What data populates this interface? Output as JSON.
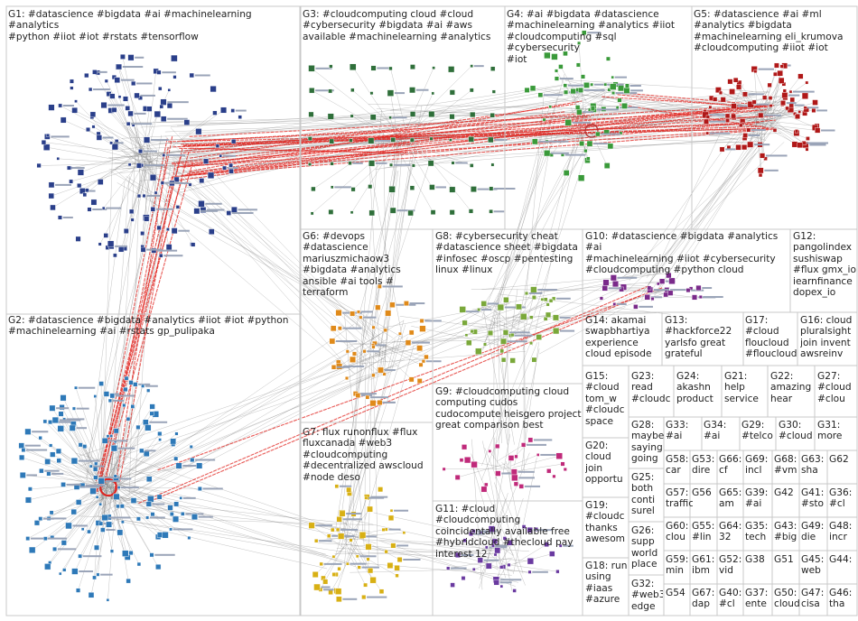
{
  "colors": {
    "edge": "#7a7a7a",
    "cross_edge": "#e0241f",
    "box_border": "#c8c8c8",
    "g1_nodes": "#2a3f8a",
    "g2_nodes": "#2e79b8",
    "g3_nodes": "#2f6f3a",
    "g4_nodes": "#3a9a3a",
    "g5_nodes": "#b01818",
    "g6_nodes": "#e08a1a",
    "g7_nodes": "#d8b014",
    "g8_nodes": "#7aa83a",
    "g9_nodes": "#c02a7a",
    "g10_nodes": "#7a2a8a",
    "g11_nodes": "#6a3aa0"
  },
  "groups": [
    {
      "id": "G1",
      "label": "G1: #datascience #bigdata #ai #machinelearning #analytics\n#python #iiot #iot #rstats #tensorflow"
    },
    {
      "id": "G3",
      "label": "G3: #cloudcomputing cloud #cloud\n#cybersecurity #bigdata #ai #aws\navailable #machinelearning #analytics"
    },
    {
      "id": "G4",
      "label": "G4: #ai #bigdata #datascience\n#machinelearning #analytics #iiot\n#cloudcomputing #sql #cybersecurity\n#iot"
    },
    {
      "id": "G5",
      "label": "G5: #datascience #ai #ml\n#analytics #bigdata\n#machinelearning eli_krumova\n#cloudcomputing #iiot #iot"
    },
    {
      "id": "G6",
      "label": "G6: #devops #datascience\nmariuszmichaow3\n#bigdata #analytics\nansible #ai tools #\nterraform"
    },
    {
      "id": "G8",
      "label": "G8: #cybersecurity cheat\n#datascience sheet #bigdata\n#infosec #oscp #pentesting\nlinux #linux"
    },
    {
      "id": "G10",
      "label": "G10: #datascience #bigdata #analytics #ai\n#machinelearning #iiot #cybersecurity\n#cloudcomputing #python cloud"
    },
    {
      "id": "G12",
      "label": "G12:\npangolindex\nsushiswap\n#flux gmx_io\niearnfinance\ndopex_io"
    },
    {
      "id": "G2",
      "label": "G2: #datascience #bigdata #analytics #iiot #iot #python\n#machinelearning #ai #rstats gp_pulipaka"
    },
    {
      "id": "G14",
      "label": "G14: akamai\nswapbhartiya\nexperience\ncloud episode"
    },
    {
      "id": "G13",
      "label": "G13:\n#hackforce22\nyarlsfo great\ngrateful"
    },
    {
      "id": "G17",
      "label": "G17:\n#cloud\nfloucloud\n#floucloud"
    },
    {
      "id": "G16",
      "label": "G16: cloud\npluralsight\njoin invent\nawsreinv"
    },
    {
      "id": "G9",
      "label": "G9: #cloudcomputing cloud\ncomputing cudos\ncudocompute heisgero project\ngreat comparison best"
    },
    {
      "id": "G7",
      "label": "G7: flux runonflux #flux\nfluxcanada #web3\n#cloudcomputing\n#decentralized awscloud\n#node deso"
    },
    {
      "id": "G15",
      "label": "G15:\n#cloud\ntom_w\n#cloudc\nspace"
    },
    {
      "id": "G23",
      "label": "G23:\nread\n#cloudc"
    },
    {
      "id": "G24",
      "label": "G24:\nakashn\nproduct"
    },
    {
      "id": "G21",
      "label": "G21:\nhelp\nservice"
    },
    {
      "id": "G22",
      "label": "G22:\namazing\nhear"
    },
    {
      "id": "G27",
      "label": "G27:\n#cloud\n#clou"
    },
    {
      "id": "G28",
      "label": "G28:\nmaybe\nsaying\ngoing"
    },
    {
      "id": "G33",
      "label": "G33:\n#ai"
    },
    {
      "id": "G34",
      "label": "G34:\n#ai"
    },
    {
      "id": "G29",
      "label": "G29:\n#telco"
    },
    {
      "id": "G30",
      "label": "G30:\n#cloud"
    },
    {
      "id": "G31",
      "label": "G31:\nmore"
    },
    {
      "id": "G20",
      "label": "G20:\ncloud\njoin\nopportu"
    },
    {
      "id": "G25",
      "label": "G25:\nboth\nconti\nsurel"
    },
    {
      "id": "G19",
      "label": "G19:\n#cloudc\nthanks\nawesom"
    },
    {
      "id": "G11",
      "label": "G11: #cloud #cloudcomputing\ncoincidentally available free\n#hybridcloud #thecloud pay\ninterest 12"
    },
    {
      "id": "G26",
      "label": "G26:\nsupp\nworld\nplace"
    },
    {
      "id": "G18",
      "label": "G18: run\nusing\n#iaas\n#azure"
    },
    {
      "id": "G32",
      "label": "G32:\n#web3\nedge"
    }
  ],
  "small": [
    "G58:\ncar",
    "G53:\ndire",
    "G66:\ncf",
    "G69:\nincl",
    "G68:\n#vm",
    "G63:\nsha",
    "G62",
    "G57:\ntraffic",
    "G56",
    "G65:\nam",
    "G39:\n#ai",
    "G42",
    "G41:\n#sto",
    "G36:\n#cl",
    "G60:\nclou",
    "G55:\n#lin",
    "G64:\n32",
    "G35:\ntech",
    "G43:\n#big",
    "G49:\ndie",
    "G48:\nincr",
    "G59:\nmin",
    "G61:\nibm",
    "G52:\nvid",
    "G38",
    "G51",
    "G45:\nweb",
    "G44:",
    "G54",
    "G67:\ndap",
    "G40:\n#cl",
    "G37:\nente",
    "G50:\ncloud",
    "G47:\ncisa",
    "G46:\ntha"
  ]
}
